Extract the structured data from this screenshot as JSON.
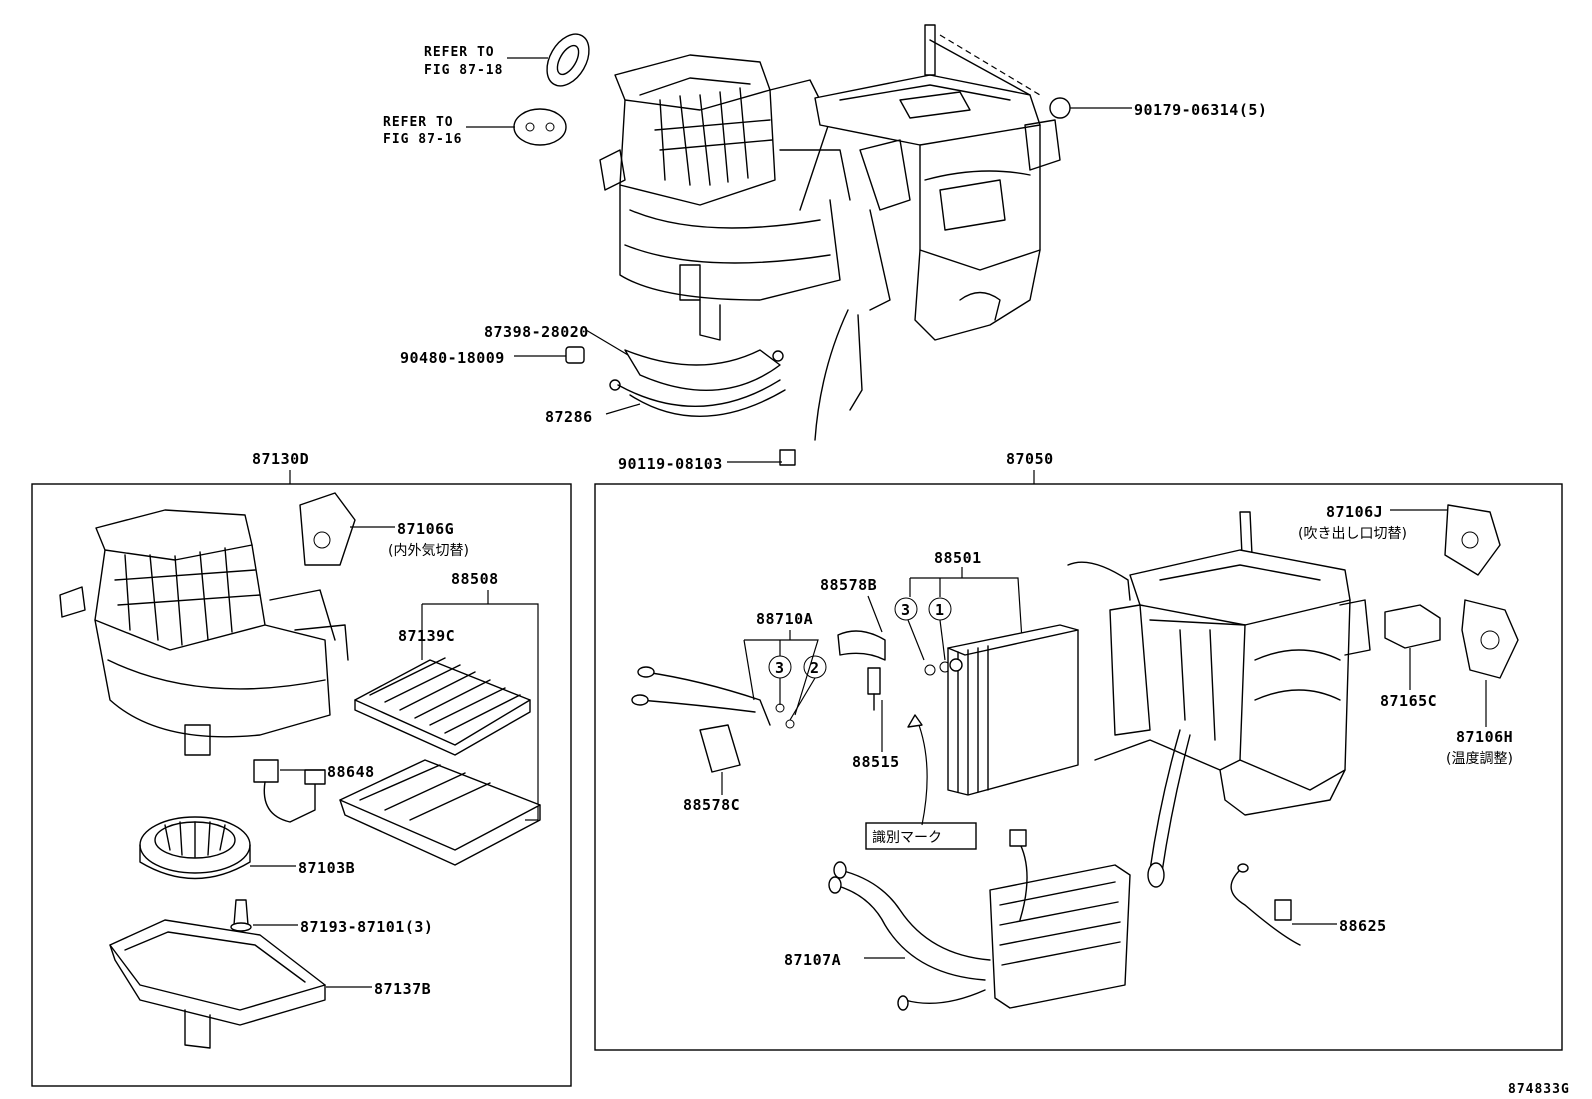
{
  "labels": {
    "refer_87_18_line1": "REFER TO",
    "refer_87_18_line2": "FIG 87-18",
    "refer_87_16_line1": "REFER TO",
    "refer_87_16_line2": "FIG 87-16",
    "p90179": "90179-06314(5)",
    "p87398": "87398-28020",
    "p90480": "90480-18009",
    "p87286": "87286",
    "p90119": "90119-08103",
    "p87130D": "87130D",
    "p87050": "87050",
    "p87106G": "87106G",
    "p87106G_jp": "(内外気切替)",
    "p88508": "88508",
    "p87139C": "87139C",
    "p88648": "88648",
    "p87103B": "87103B",
    "p87193": "87193-87101(3)",
    "p87137B": "87137B",
    "p88501": "88501",
    "p88578B": "88578B",
    "p88710A": "88710A",
    "p88515": "88515",
    "p88578C": "88578C",
    "mark_jp": "識別マーク",
    "p87107A": "87107A",
    "p87106J": "87106J",
    "p87106J_jp": "(吹き出し口切替)",
    "p87165C": "87165C",
    "p87106H": "87106H",
    "p87106H_jp": "(温度調整)",
    "p88625": "88625",
    "n3a": "3",
    "n1": "1",
    "n3b": "3",
    "n2": "2",
    "fig_number": "874833G"
  }
}
